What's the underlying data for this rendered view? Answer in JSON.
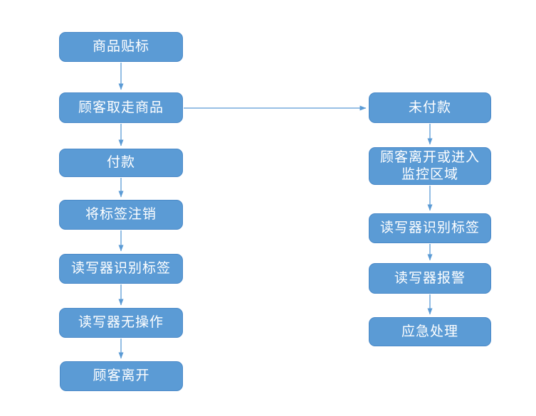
{
  "flowchart": {
    "colors": {
      "node_fill": "#5b9bd5",
      "node_border": "#4a89c8",
      "arrow_color": "#5b9bd5",
      "node_text": "#ffffff"
    },
    "left_branch": {
      "nodes": [
        {
          "id": "product-labeling",
          "label": "商品贴标"
        },
        {
          "id": "customer-takes-product",
          "label": "顾客取走商品"
        },
        {
          "id": "payment",
          "label": "付款"
        },
        {
          "id": "deactivate-tag",
          "label": "将标签注销"
        },
        {
          "id": "reader-identifies-tag",
          "label": "读写器识别标签"
        },
        {
          "id": "reader-no-action",
          "label": "读写器无操作"
        },
        {
          "id": "customer-leaves",
          "label": "顾客离开"
        }
      ]
    },
    "right_branch": {
      "nodes": [
        {
          "id": "unpaid",
          "label": "未付款"
        },
        {
          "id": "customer-enters-monitored-area",
          "label": "顾客离开或进入\n监控区域"
        },
        {
          "id": "reader-identifies-tag-right",
          "label": "读写器识别标签"
        },
        {
          "id": "reader-alarm",
          "label": "读写器报警"
        },
        {
          "id": "emergency-handling",
          "label": "应急处理"
        }
      ]
    },
    "edges": [
      "商品贴标 -> 顾客取走商品",
      "顾客取走商品 -> 付款",
      "付款 -> 将标签注销",
      "将标签注销 -> 读写器识别标签",
      "读写器识别标签 -> 读写器无操作",
      "读写器无操作 -> 顾客离开",
      "顾客取走商品 -> 未付款",
      "未付款 -> 顾客离开或进入监控区域",
      "顾客离开或进入监控区域 -> 读写器识别标签",
      "读写器识别标签 -> 读写器报警",
      "读写器报警 -> 应急处理"
    ]
  }
}
